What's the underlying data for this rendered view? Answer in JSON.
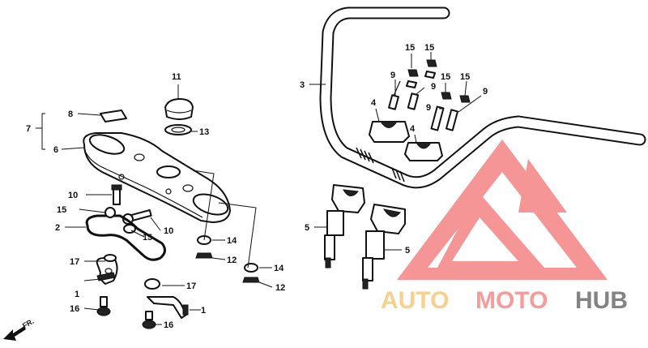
{
  "labels": [
    {
      "id": "callout-1-a",
      "text": "1"
    },
    {
      "id": "callout-1-b",
      "text": "1"
    },
    {
      "id": "callout-2",
      "text": "2"
    },
    {
      "id": "callout-3",
      "text": "3"
    },
    {
      "id": "callout-4-a",
      "text": "4"
    },
    {
      "id": "callout-4-b",
      "text": "4"
    },
    {
      "id": "callout-5-a",
      "text": "5"
    },
    {
      "id": "callout-5-b",
      "text": "5"
    },
    {
      "id": "callout-6",
      "text": "6"
    },
    {
      "id": "callout-7",
      "text": "7"
    },
    {
      "id": "callout-8",
      "text": "8"
    },
    {
      "id": "callout-9-a",
      "text": "9"
    },
    {
      "id": "callout-9-b",
      "text": "9"
    },
    {
      "id": "callout-9-c",
      "text": "9"
    },
    {
      "id": "callout-9-d",
      "text": "9"
    },
    {
      "id": "callout-10-a",
      "text": "10"
    },
    {
      "id": "callout-10-b",
      "text": "10"
    },
    {
      "id": "callout-11",
      "text": "11"
    },
    {
      "id": "callout-12-a",
      "text": "12"
    },
    {
      "id": "callout-12-b",
      "text": "12"
    },
    {
      "id": "callout-13",
      "text": "13"
    },
    {
      "id": "callout-14-a",
      "text": "14"
    },
    {
      "id": "callout-14-b",
      "text": "14"
    },
    {
      "id": "callout-15-a",
      "text": "15"
    },
    {
      "id": "callout-15-b",
      "text": "15"
    },
    {
      "id": "callout-15-c",
      "text": "15"
    },
    {
      "id": "callout-15-d",
      "text": "15"
    },
    {
      "id": "callout-15-e",
      "text": "15"
    },
    {
      "id": "callout-15-f",
      "text": "15"
    },
    {
      "id": "callout-16-a",
      "text": "16"
    },
    {
      "id": "callout-16-b",
      "text": "16"
    },
    {
      "id": "callout-17-a",
      "text": "17"
    },
    {
      "id": "callout-17-b",
      "text": "17"
    }
  ],
  "direction": {
    "text": "FR."
  },
  "watermark": {
    "word_1": "AUTO",
    "word_2": "MOTO",
    "word_3": "HUB",
    "colors": {
      "auto": "#f7c77a",
      "moto": "#f58a8a",
      "hub": "#6e6e6e",
      "logo": "#f26d6d"
    }
  }
}
